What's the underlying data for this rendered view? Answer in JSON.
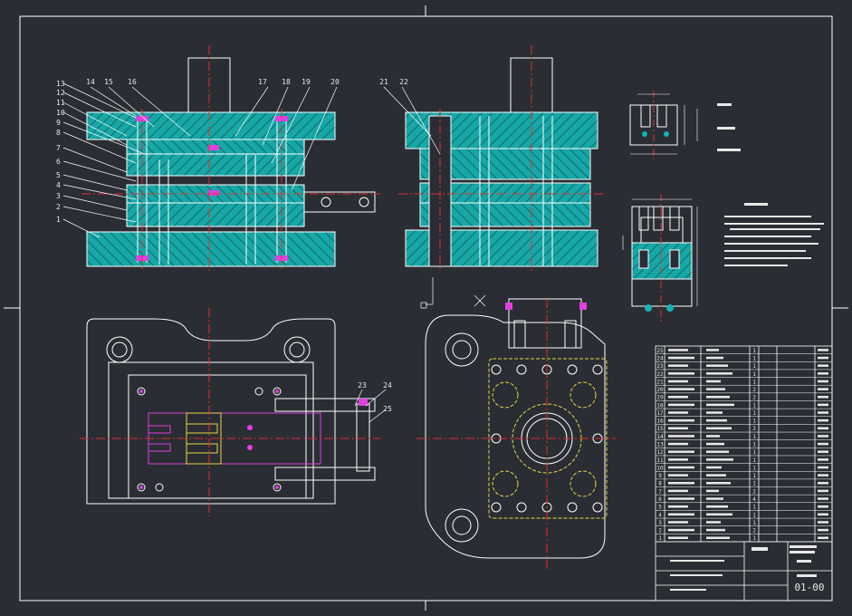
{
  "drawing": {
    "number": "01-00",
    "part_labels_left": [
      "13",
      "12",
      "11",
      "10",
      "9",
      "8",
      "7",
      "6",
      "5",
      "4",
      "3",
      "2",
      "1"
    ],
    "part_labels_top": [
      "14",
      "15",
      "16",
      "17",
      "18",
      "19",
      "20"
    ],
    "part_labels_section": [
      "21",
      "22"
    ],
    "part_labels_plan": [
      "23",
      "24",
      "25"
    ],
    "bom_index": [
      "25",
      "24",
      "23",
      "22",
      "21",
      "20",
      "19",
      "18",
      "17",
      "16",
      "15",
      "14",
      "13",
      "12",
      "11",
      "10",
      "9",
      "8",
      "7",
      "6",
      "5",
      "4",
      "3",
      "2",
      "1"
    ],
    "bom_qty": [
      "1",
      "1",
      "1",
      "1",
      "1",
      "2",
      "2",
      "1",
      "1",
      "1",
      "2",
      "1",
      "1",
      "1",
      "1",
      "1",
      "1",
      "1",
      "2",
      "4",
      "1",
      "1",
      "1",
      "2",
      "1"
    ]
  },
  "colors": {
    "background": "#2a2d33",
    "outline": "#ffffff",
    "hatch": "#17b3b3",
    "centerline": "#e03030",
    "magenta": "#e040e0",
    "yellow": "#e6d84a"
  }
}
